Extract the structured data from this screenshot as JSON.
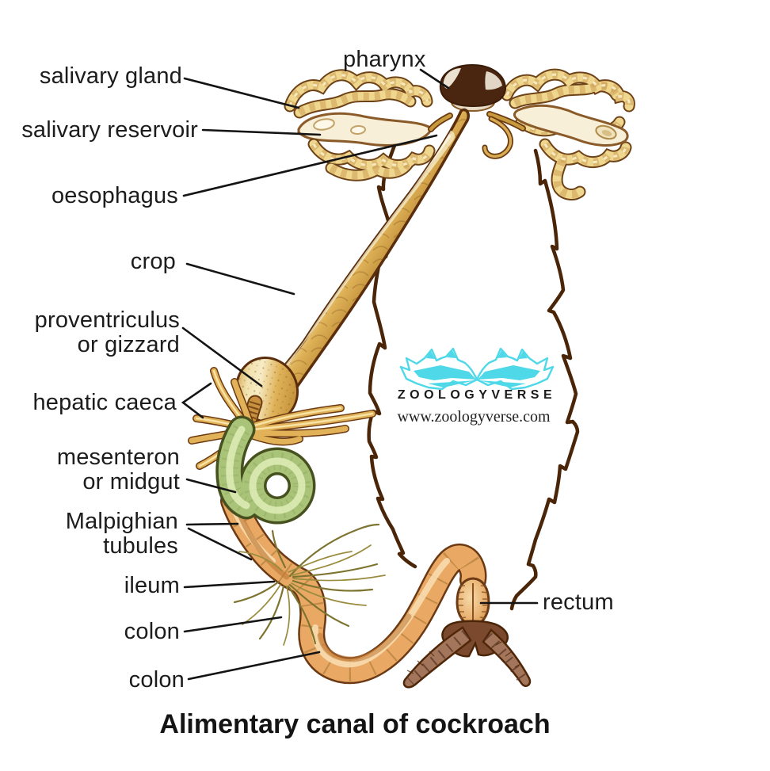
{
  "title": "Alimentary canal of cockroach",
  "watermark": {
    "brand": "ZOOLOGYVERSE",
    "url": "www.zoologyverse.com",
    "accent_color": "#4FD8E8"
  },
  "labels": [
    {
      "id": "pharynx",
      "lines": [
        "pharynx"
      ]
    },
    {
      "id": "salivary-gland",
      "lines": [
        "salivary gland"
      ]
    },
    {
      "id": "salivary-reservoir",
      "lines": [
        "salivary reservoir"
      ]
    },
    {
      "id": "oesophagus",
      "lines": [
        "oesophagus"
      ]
    },
    {
      "id": "crop",
      "lines": [
        "crop"
      ]
    },
    {
      "id": "proventriculus-or-gizzard",
      "lines": [
        "proventriculus",
        "or gizzard"
      ]
    },
    {
      "id": "hepatic-caeca",
      "lines": [
        "hepatic caeca"
      ]
    },
    {
      "id": "mesenteron-or-midgut",
      "lines": [
        "mesenteron",
        "or midgut"
      ]
    },
    {
      "id": "malpighian-tubules",
      "lines": [
        "Malpighian",
        "tubules"
      ]
    },
    {
      "id": "ileum",
      "lines": [
        "ileum"
      ]
    },
    {
      "id": "colon-upper",
      "lines": [
        "colon"
      ]
    },
    {
      "id": "colon-lower",
      "lines": [
        "colon"
      ]
    },
    {
      "id": "rectum",
      "lines": [
        "rectum"
      ]
    }
  ],
  "colors": {
    "leader_line": "#141414",
    "body_outline": "#4A2508",
    "label_text": "#1C1C1C",
    "crop_gold": "#D9A94E",
    "midgut_green": "#A9C379",
    "hindgut_tan": "#E9A964",
    "logo_cyan": "#4FD8E8"
  }
}
